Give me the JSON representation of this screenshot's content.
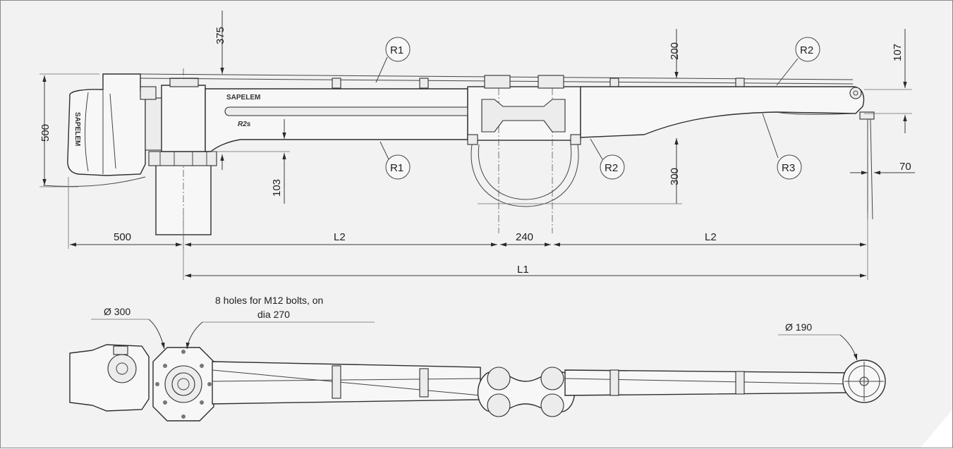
{
  "dimensions": {
    "d375": "375",
    "d200": "200",
    "d107": "107",
    "d500v": "500",
    "d103": "103",
    "d300v": "300",
    "d70": "70",
    "d500h": "500",
    "l2_left": "L2",
    "d240": "240",
    "l2_right": "L2",
    "l1": "L1"
  },
  "callouts": {
    "r1_top": "R1",
    "r1_bottom": "R1",
    "r2_top": "R2",
    "r2_bottom": "R2",
    "r3": "R3"
  },
  "notes": {
    "dia300": "Ø 300",
    "holes_line1": "8 holes for M12 bolts, on",
    "holes_line2": "dia 270",
    "dia190": "Ø 190"
  },
  "branding": {
    "name": "SAPELEM",
    "model": "R2s"
  }
}
